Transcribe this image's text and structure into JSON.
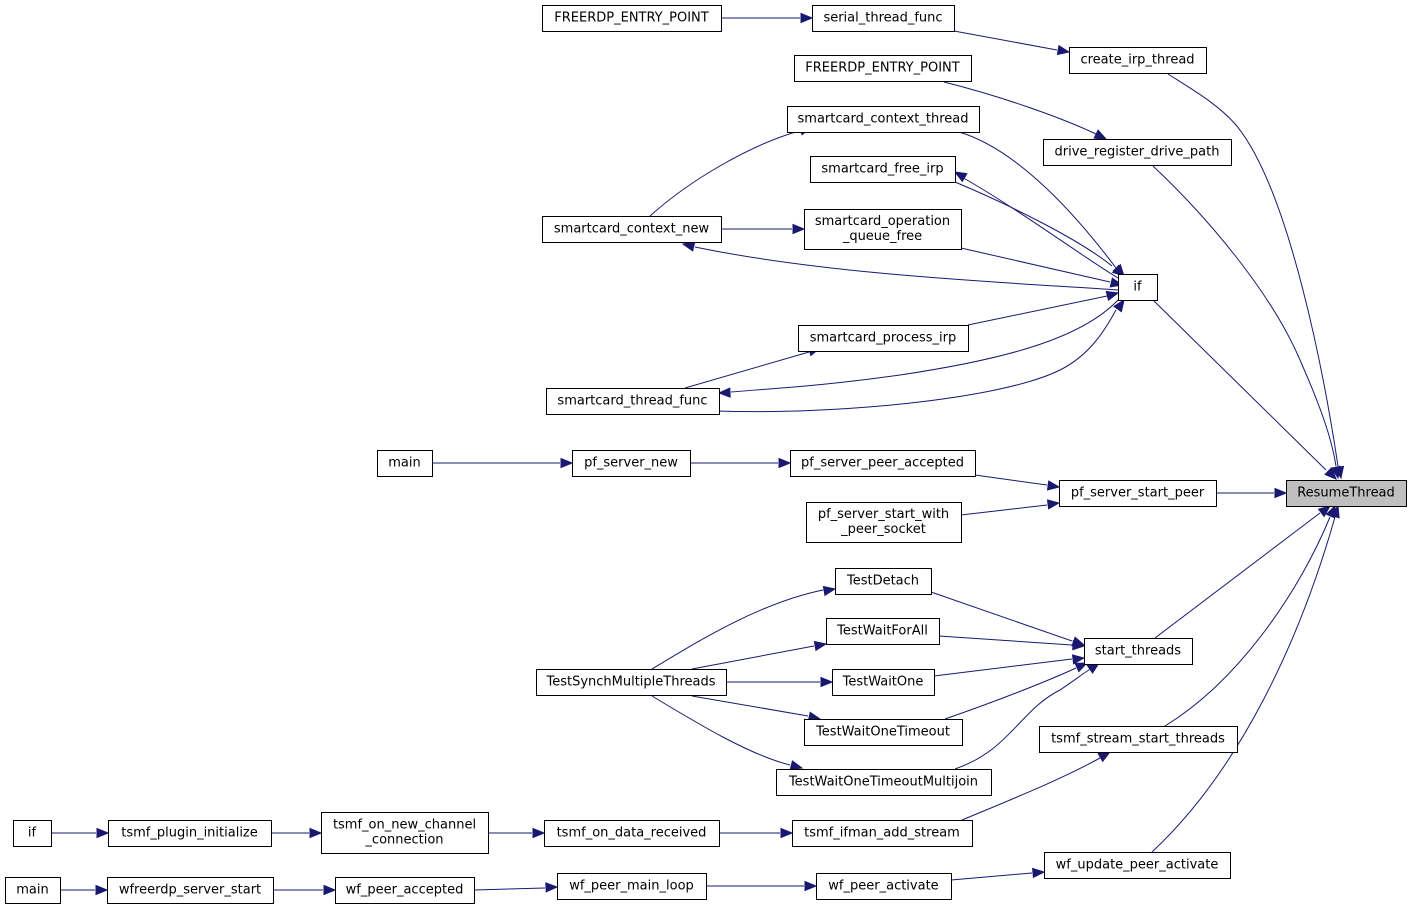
{
  "graph": {
    "edge_color": "#191970",
    "root_fill": "#bfbfbf",
    "nodes": {
      "n_resume": "ResumeThread",
      "n_create_irp": "create_irp_thread",
      "n_drive_reg": "drive_register_drive_path",
      "n_if_sc": "if",
      "n_pf_start_peer": "pf_server_start_peer",
      "n_start_threads": "start_threads",
      "n_tsmf_start": "tsmf_stream_start_threads",
      "n_wf_update": "wf_update_peer_activate",
      "n_serial_thread": "serial_thread_func",
      "n_freerdp_ep1": "FREERDP_ENTRY_POINT",
      "n_freerdp_ep2": "FREERDP_ENTRY_POINT",
      "n_sc_ctx_thread": "smartcard_context_thread",
      "n_sc_free_irp": "smartcard_free_irp",
      "n_sc_op_queue": "smartcard_operation\n_queue_free",
      "n_sc_ctx_new": "smartcard_context_new",
      "n_sc_proc_irp": "smartcard_process_irp",
      "n_sc_thread_func": "smartcard_thread_func",
      "n_pf_peer_acc": "pf_server_peer_accepted",
      "n_pf_start_sock": "pf_server_start_with\n_peer_socket",
      "n_pf_server_new": "pf_server_new",
      "n_main_pf": "main",
      "n_test_detach": "TestDetach",
      "n_test_wfa": "TestWaitForAll",
      "n_test_wo": "TestWaitOne",
      "n_test_wot": "TestWaitOneTimeout",
      "n_test_wotm": "TestWaitOneTimeoutMultijoin",
      "n_test_synch": "TestSynchMultipleThreads",
      "n_tsmf_ifman": "tsmf_ifman_add_stream",
      "n_tsmf_data": "tsmf_on_data_received",
      "n_tsmf_newch": "tsmf_on_new_channel\n_connection",
      "n_tsmf_plugin": "tsmf_plugin_initialize",
      "n_if_tsmf": "if",
      "n_wf_peer_act": "wf_peer_activate",
      "n_wf_main_loop": "wf_peer_main_loop",
      "n_wf_peer_acc": "wf_peer_accepted",
      "n_wfreerdp": "wfreerdp_server_start",
      "n_main_wf": "main"
    }
  }
}
